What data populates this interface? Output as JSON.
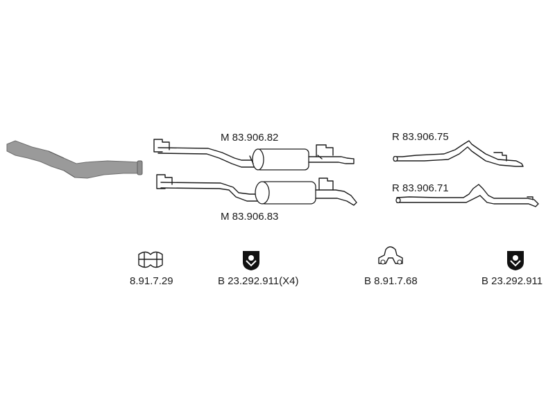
{
  "diagram": {
    "title": "",
    "colors": {
      "line": "#1a1a1a",
      "ghost_part": "#8a8a8a",
      "fill": "#ffffff",
      "clip_fill": "#111111"
    },
    "parts": [
      {
        "id": "catalyst",
        "code": "",
        "icon": "catalytic-converter-pipe-icon"
      },
      {
        "id": "middle-1",
        "code": "M 83.906.82",
        "icon": "middle-silencer-icon"
      },
      {
        "id": "middle-2",
        "code": "M 83.906.83",
        "icon": "middle-silencer-icon"
      },
      {
        "id": "rear-1",
        "code": "R 83.906.75",
        "icon": "rear-pipe-icon"
      },
      {
        "id": "rear-2",
        "code": "R 83.906.71",
        "icon": "rear-pipe-icon"
      }
    ],
    "accessories": [
      {
        "id": "clamp",
        "code": "8.91.7.29",
        "icon": "pipe-clamp-icon"
      },
      {
        "id": "mount-x4",
        "code": "B 23.292.911(X4)",
        "icon": "rubber-mount-icon"
      },
      {
        "id": "hanger",
        "code": "B 8.91.7.68",
        "icon": "hanger-icon"
      },
      {
        "id": "mount",
        "code": "B 23.292.911",
        "icon": "rubber-mount-icon"
      }
    ]
  }
}
